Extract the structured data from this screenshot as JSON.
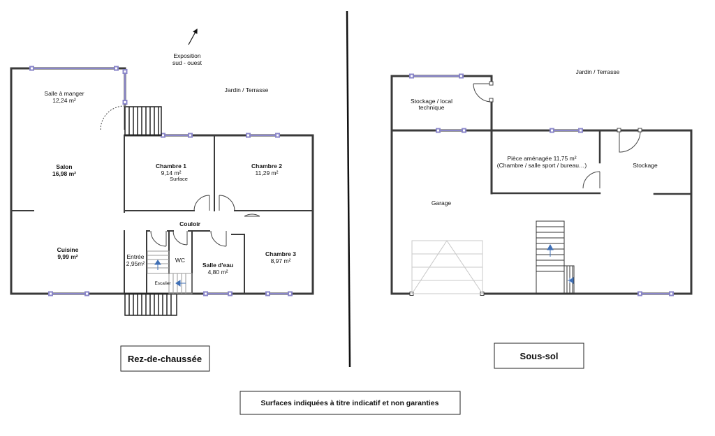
{
  "ground_floor": {
    "title": "Rez-de-chaussée",
    "exposure": {
      "line1": "Exposition",
      "line2": "sud - ouest"
    },
    "garden": "Jardin / Terrasse",
    "rooms": {
      "dining": {
        "name": "Salle à manger",
        "area": "12,24 m²"
      },
      "living": {
        "name": "Salon",
        "area": "16,98 m²"
      },
      "kitchen": {
        "name": "Cuisine",
        "area": "9,99 m²"
      },
      "bedroom1": {
        "name": "Chambre 1",
        "area": "9,14 m²",
        "note": "Surface"
      },
      "bedroom2": {
        "name": "Chambre 2",
        "area": "11,29 m²"
      },
      "bedroom3": {
        "name": "Chambre 3",
        "area": "8,97 m²"
      },
      "corridor": {
        "name": "Couloir"
      },
      "entrance": {
        "name": "Entrée",
        "area": "2,95m²"
      },
      "wc": {
        "name": "WC"
      },
      "bathroom": {
        "name": "Salle d'eau",
        "area": "4,80 m²"
      },
      "stairs": {
        "name": "Escalier"
      }
    }
  },
  "basement": {
    "title": "Sous-sol",
    "garden": "Jardin / Terrasse",
    "rooms": {
      "storage_tech": {
        "line1": "Stockage / local",
        "line2": "technique"
      },
      "room": {
        "line1": "Pièce aménagée 11,75 m²",
        "line2": "(Chambre / salle sport / bureau…)"
      },
      "storage": {
        "name": "Stockage"
      },
      "garage": {
        "name": "Garage"
      }
    }
  },
  "disclaimer": "Surfaces indiquées à titre indicatif et non garanties",
  "colors": {
    "wall": "#3a3a3a",
    "window": "#8a86c9",
    "stair_arrow": "#3f6fb5"
  }
}
